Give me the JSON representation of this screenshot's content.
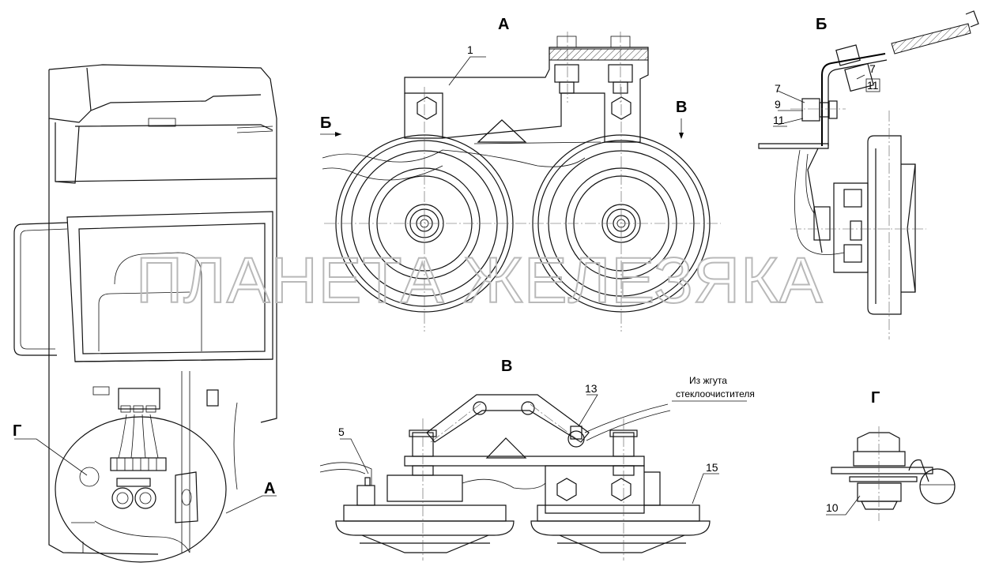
{
  "views": {
    "a": "А",
    "b": "Б",
    "v": "В",
    "g": "Г"
  },
  "callouts": {
    "c1": "1",
    "c5": "5",
    "c7": "7",
    "c9": "9",
    "c10": "10",
    "c11": "11",
    "c13": "13",
    "c15": "15"
  },
  "notes": {
    "harness_line1": "Из жгута",
    "harness_line2": "стеклоочистителя"
  },
  "watermark": "ПЛАНЕТА ЖЕЛЕЗЯКА"
}
